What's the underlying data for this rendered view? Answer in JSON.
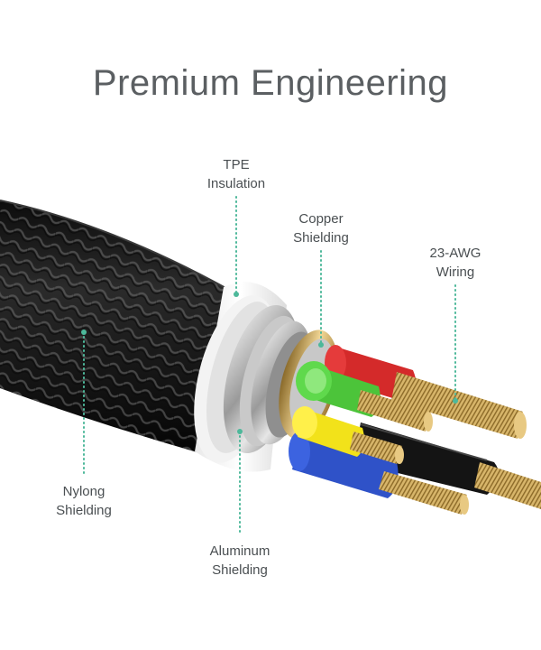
{
  "title": "Premium Engineering",
  "labels": {
    "tpe": {
      "line1": "TPE",
      "line2": "Insulation"
    },
    "copper": {
      "line1": "Copper",
      "line2": "Shielding"
    },
    "awg": {
      "line1": "23-AWG",
      "line2": "Wiring"
    },
    "nylong": {
      "line1": "Nylong",
      "line2": "Shielding"
    },
    "aluminum": {
      "line1": "Aluminum",
      "line2": "Shielding"
    }
  },
  "colors": {
    "accent": "#4db89a",
    "braid": "#1c1c1c",
    "red_wire": "#d42a2a",
    "green_wire": "#4cc43a",
    "yellow_wire": "#f2e21a",
    "blue_wire": "#2f52c8",
    "black_wire": "#141414",
    "copper_strands": "#d7b56a"
  }
}
